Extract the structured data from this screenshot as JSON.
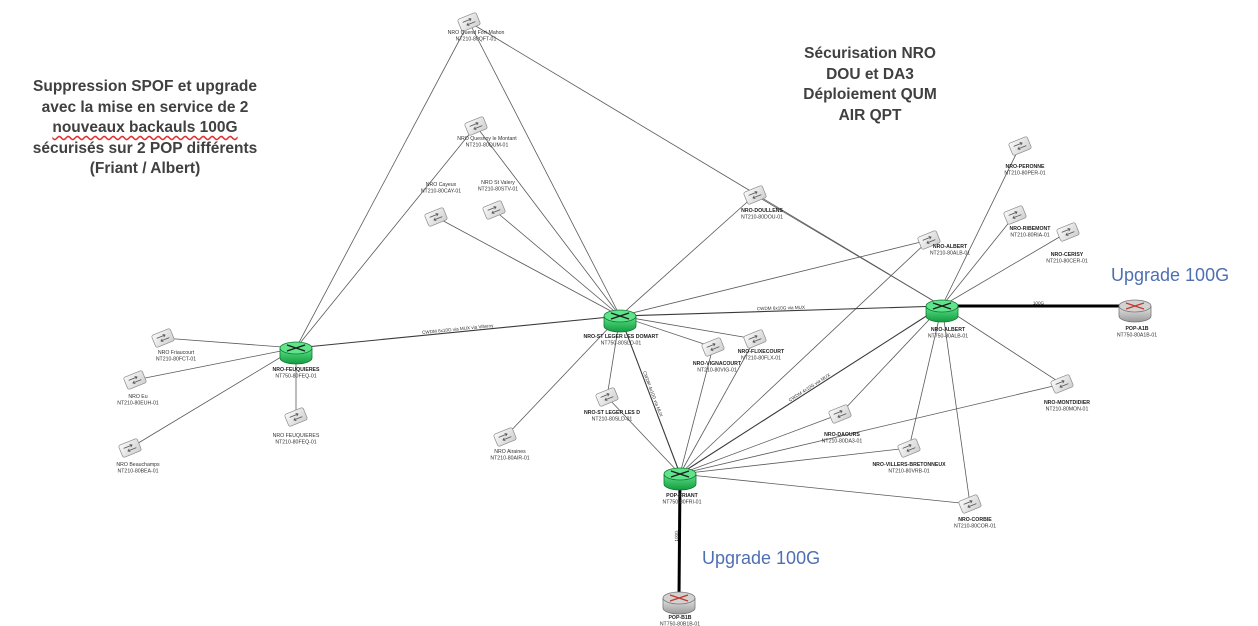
{
  "annotations": {
    "left_lines": [
      "Suppression SPOF et upgrade",
      "avec la mise en service de 2",
      "nouveaux backauls 100G",
      "sécurisés sur 2 POP différents",
      "(Friant / Albert)"
    ],
    "right_lines": [
      "Sécurisation NRO",
      "DOU et DA3",
      "Déploiement QUM",
      "AIR QPT"
    ],
    "upgrade_right": "Upgrade 100G",
    "upgrade_bottom": "Upgrade 100G"
  },
  "colors": {
    "router_green": "#22c05a",
    "router_grey": "#b4b4b4",
    "accent_text": "#4f6fb3",
    "misspell": "#e03030"
  },
  "nodes": [
    {
      "id": "nro-quend",
      "kind": "switch",
      "name": "NRO Quend Fort-Mahon",
      "code": "NT210-80QFT-01"
    },
    {
      "id": "nro-quesnoy",
      "kind": "switch",
      "name": "NRO Quesnoy le Montant",
      "code": "NT210-80QUM-01"
    },
    {
      "id": "nro-cayeux",
      "kind": "switch",
      "name": "NRO Cayeux",
      "code": "NT210-80CAY-01"
    },
    {
      "id": "nro-st-valery",
      "kind": "switch",
      "name": "NRO St Valery",
      "code": "NT210-80STV-01"
    },
    {
      "id": "nro-doullens",
      "kind": "switch",
      "name": "NRO-DOULLENS",
      "code": "NT210-80DOU-01"
    },
    {
      "id": "nro-albert-sw",
      "kind": "switch",
      "name": "NRO-ALBERT",
      "code": "NT210-80ALB-01"
    },
    {
      "id": "nro-peronne",
      "kind": "switch",
      "name": "NRO-PERONNE",
      "code": "NT210-80PER-01"
    },
    {
      "id": "nro-ribemont",
      "kind": "switch",
      "name": "NRO-RIBEMONT",
      "code": "NT210-80RIA-01"
    },
    {
      "id": "nro-cerisy",
      "kind": "switch",
      "name": "NRO-CERISY",
      "code": "NT210-80CER-01"
    },
    {
      "id": "nro-montdidier",
      "kind": "switch",
      "name": "NRO-MONTDIDIER",
      "code": "NT210-80MON-01"
    },
    {
      "id": "nro-friaucourt",
      "kind": "switch",
      "name": "NRO Friaucourt",
      "code": "NT210-80FCT-01"
    },
    {
      "id": "nro-eu",
      "kind": "switch",
      "name": "NRO Eu",
      "code": "NT210-80EUH-01"
    },
    {
      "id": "nro-beauchamps",
      "kind": "switch",
      "name": "NRO Beauchamps",
      "code": "NT210-80BEA-01"
    },
    {
      "id": "nro-feuquieres-sw",
      "kind": "switch",
      "name": "NRO FEUQUIERES",
      "code": "NT210-80FEQ-01"
    },
    {
      "id": "nro-airaines",
      "kind": "switch",
      "name": "NRO Airaines",
      "code": "NT210-80AIR-01"
    },
    {
      "id": "nro-vignacourt",
      "kind": "switch",
      "name": "NRO-VIGNACOURT",
      "code": "NT210-80VIG-01"
    },
    {
      "id": "nro-flixecourt",
      "kind": "switch",
      "name": "NRO-FLIXECOURT",
      "code": "NT210-80FLX-01"
    },
    {
      "id": "nro-st-leger-sw",
      "kind": "switch",
      "name": "NRO-ST LEGER LES D",
      "code": "NT210-80SLD-01"
    },
    {
      "id": "nro-daours",
      "kind": "switch",
      "name": "NRO-DAOURS",
      "code": "NT210-80DA3-01"
    },
    {
      "id": "nro-villers",
      "kind": "switch",
      "name": "NRO-VILLERS-BRETONNEUX",
      "code": "NT210-80VRB-01"
    },
    {
      "id": "nro-corbie",
      "kind": "switch",
      "name": "NRO-CORBIE",
      "code": "NT210-80COR-01"
    },
    {
      "id": "hub-feuquieres",
      "kind": "router",
      "name": "NRO-FEUQUIERES",
      "code": "NT750-80FEQ-01"
    },
    {
      "id": "hub-st-leger",
      "kind": "router",
      "name": "NRO-ST LEGER LES DOMART",
      "code": "NT750-80SLD-01"
    },
    {
      "id": "hub-albert",
      "kind": "router",
      "name": "NRO-ALBERT",
      "code": "NT750-80ALB-01"
    },
    {
      "id": "pop-friant",
      "kind": "router",
      "name": "POP-FRIANT",
      "code": "NT750-80FRI-01"
    },
    {
      "id": "pop-a1b",
      "kind": "router-grey",
      "name": "POP-A1B",
      "code": "NT750-80A1B-01"
    },
    {
      "id": "pop-b1b",
      "kind": "router-grey",
      "name": "POP-B1B",
      "code": "NT750-80B1B-01"
    }
  ],
  "links": [
    {
      "from": "hub-feuquieres",
      "to": "hub-st-leger",
      "label": "CWDM 6x10G via MUX via Villeroy"
    },
    {
      "from": "hub-st-leger",
      "to": "hub-albert",
      "label": "CWDM 6x10G via MUX"
    },
    {
      "from": "hub-st-leger",
      "to": "pop-friant",
      "label": "CWDM 4x10G via MUX"
    },
    {
      "from": "hub-albert",
      "to": "pop-friant",
      "label": "CWDM 4x10G via MUX"
    },
    {
      "from": "hub-albert",
      "to": "pop-a1b",
      "label": "100G"
    },
    {
      "from": "pop-friant",
      "to": "pop-b1b",
      "label": "100G"
    }
  ]
}
